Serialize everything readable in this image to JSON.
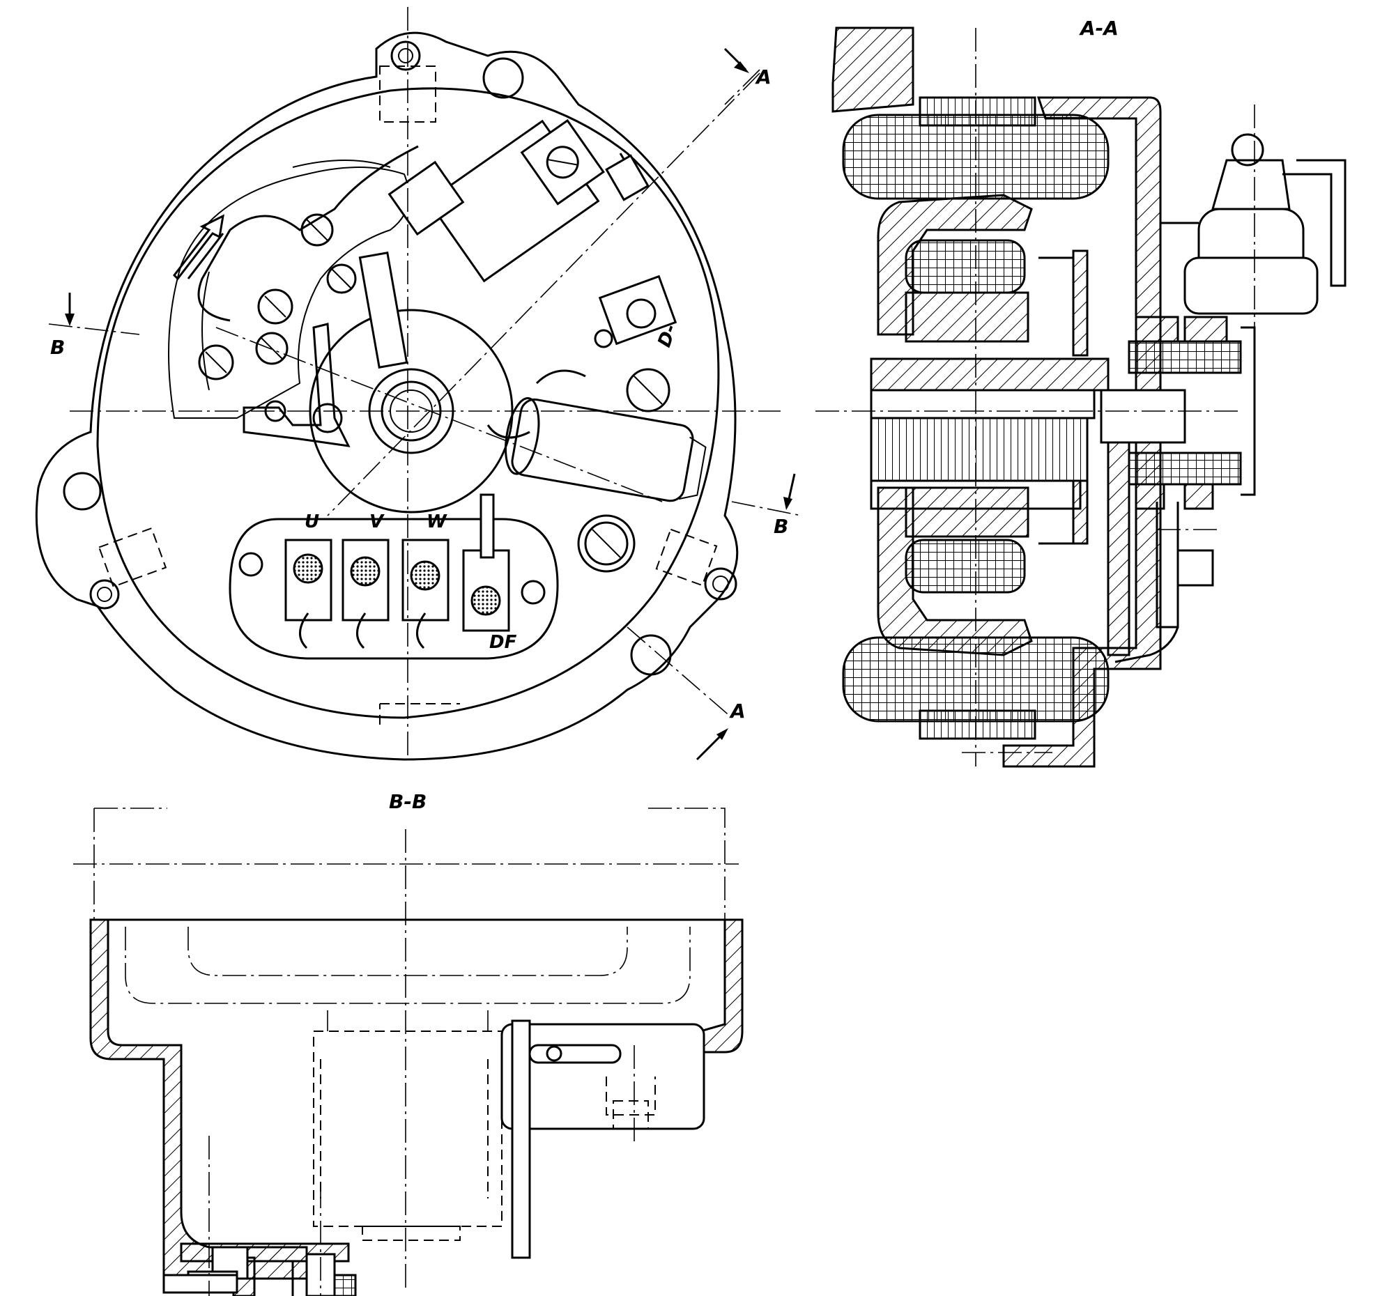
{
  "views": {
    "section_aa": {
      "title": "A-A"
    },
    "section_bb": {
      "title": "B-B"
    }
  },
  "labels": {
    "cut_a_top": "A",
    "cut_a_bottom": "A",
    "cut_b_left": "B",
    "cut_b_right": "B",
    "terminal_u": "U",
    "terminal_v": "V",
    "terminal_w": "W",
    "terminal_df": "DF",
    "terminal_d_minus": "D-"
  }
}
